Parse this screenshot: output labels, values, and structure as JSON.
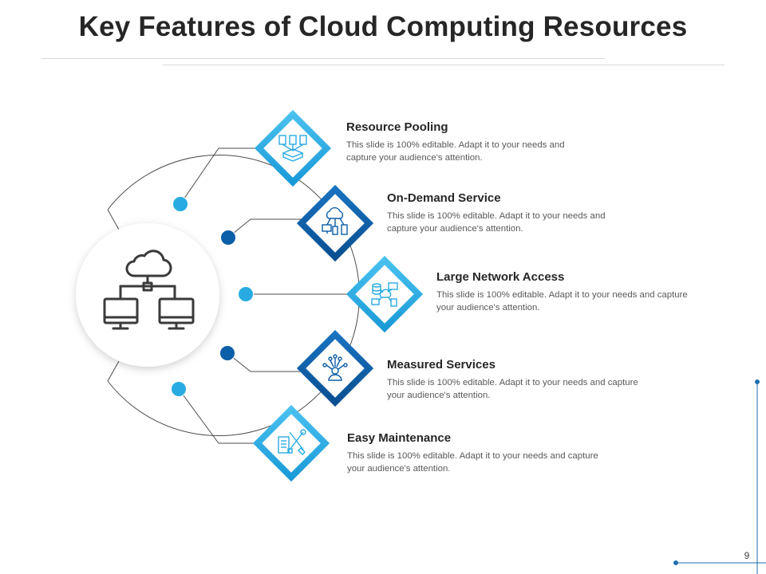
{
  "slide": {
    "title": "Key Features of Cloud Computing Resources",
    "page_number": "9"
  },
  "features": [
    {
      "title": "Resource Pooling",
      "description": "This slide is 100% editable. Adapt it to your needs and capture your audience's attention.",
      "icon": "resource-pooling-icon"
    },
    {
      "title": "On-Demand Service",
      "description": "This slide is 100% editable. Adapt it to your needs and capture your audience's attention.",
      "icon": "on-demand-service-icon"
    },
    {
      "title": "Large Network Access",
      "description": "This slide is 100% editable. Adapt it to your needs and capture your audience's attention.",
      "icon": "network-access-icon"
    },
    {
      "title": "Measured Services",
      "description": "This slide is 100% editable. Adapt it to your needs and capture your audience's attention.",
      "icon": "measured-services-icon"
    },
    {
      "title": "Easy Maintenance",
      "description": "This slide is 100% editable. Adapt it to your needs and capture your audience's attention.",
      "icon": "maintenance-tools-icon"
    }
  ],
  "hub": {
    "icon": "cloud-network-icon"
  },
  "colors": {
    "light_blue": "#29abe2",
    "dark_blue": "#0b5ea8",
    "text_dark": "#262626",
    "text_gray": "#595959"
  }
}
